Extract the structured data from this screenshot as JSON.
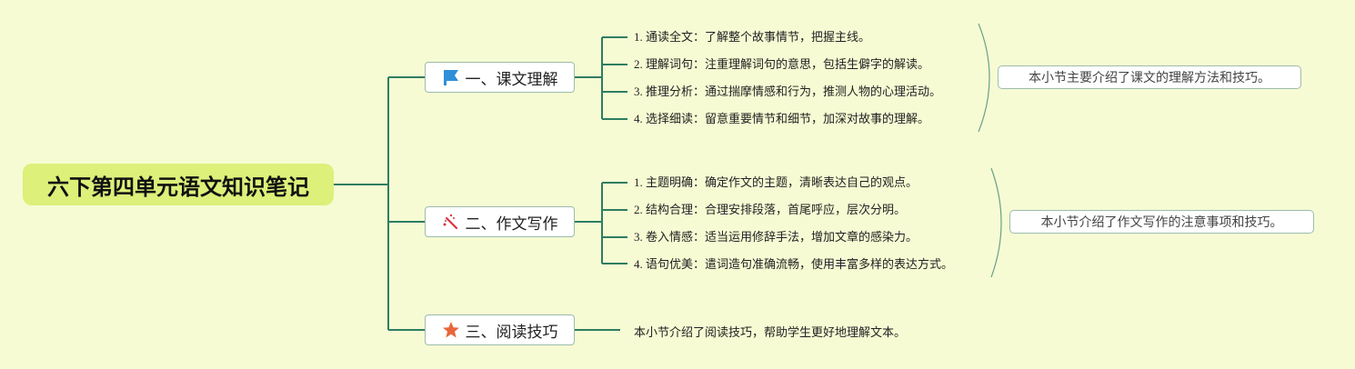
{
  "colors": {
    "background": "#f6fbd3",
    "root_fill": "#dcf07a",
    "connector": "#2e7d62",
    "node_border": "#9dbcae",
    "flag": "#2f8fd8",
    "wand": "#d9363e",
    "star": "#e8663a"
  },
  "root": {
    "title": "六下第四单元语文知识笔记"
  },
  "topics": [
    {
      "icon": "flag-icon",
      "label": "一、课文理解",
      "items": [
        "1. 通读全文：了解整个故事情节，把握主线。",
        "2. 理解词句：注重理解词句的意思，包括生僻字的解读。",
        "3. 推理分析：通过揣摩情感和行为，推测人物的心理活动。",
        "4. 选择细读：留意重要情节和细节，加深对故事的理解。"
      ],
      "summary": "本小节主要介绍了课文的理解方法和技巧。"
    },
    {
      "icon": "magic-wand-icon",
      "label": "二、作文写作",
      "items": [
        "1. 主题明确：确定作文的主题，清晰表达自己的观点。",
        "2. 结构合理：合理安排段落，首尾呼应，层次分明。",
        "3. 卷入情感：适当运用修辞手法，增加文章的感染力。",
        "4. 语句优美：遣词造句准确流畅，使用丰富多样的表达方式。"
      ],
      "summary": "本小节介绍了作文写作的注意事项和技巧。"
    },
    {
      "icon": "star-icon",
      "label": "三、阅读技巧",
      "note": "本小节介绍了阅读技巧，帮助学生更好地理解文本。"
    }
  ]
}
